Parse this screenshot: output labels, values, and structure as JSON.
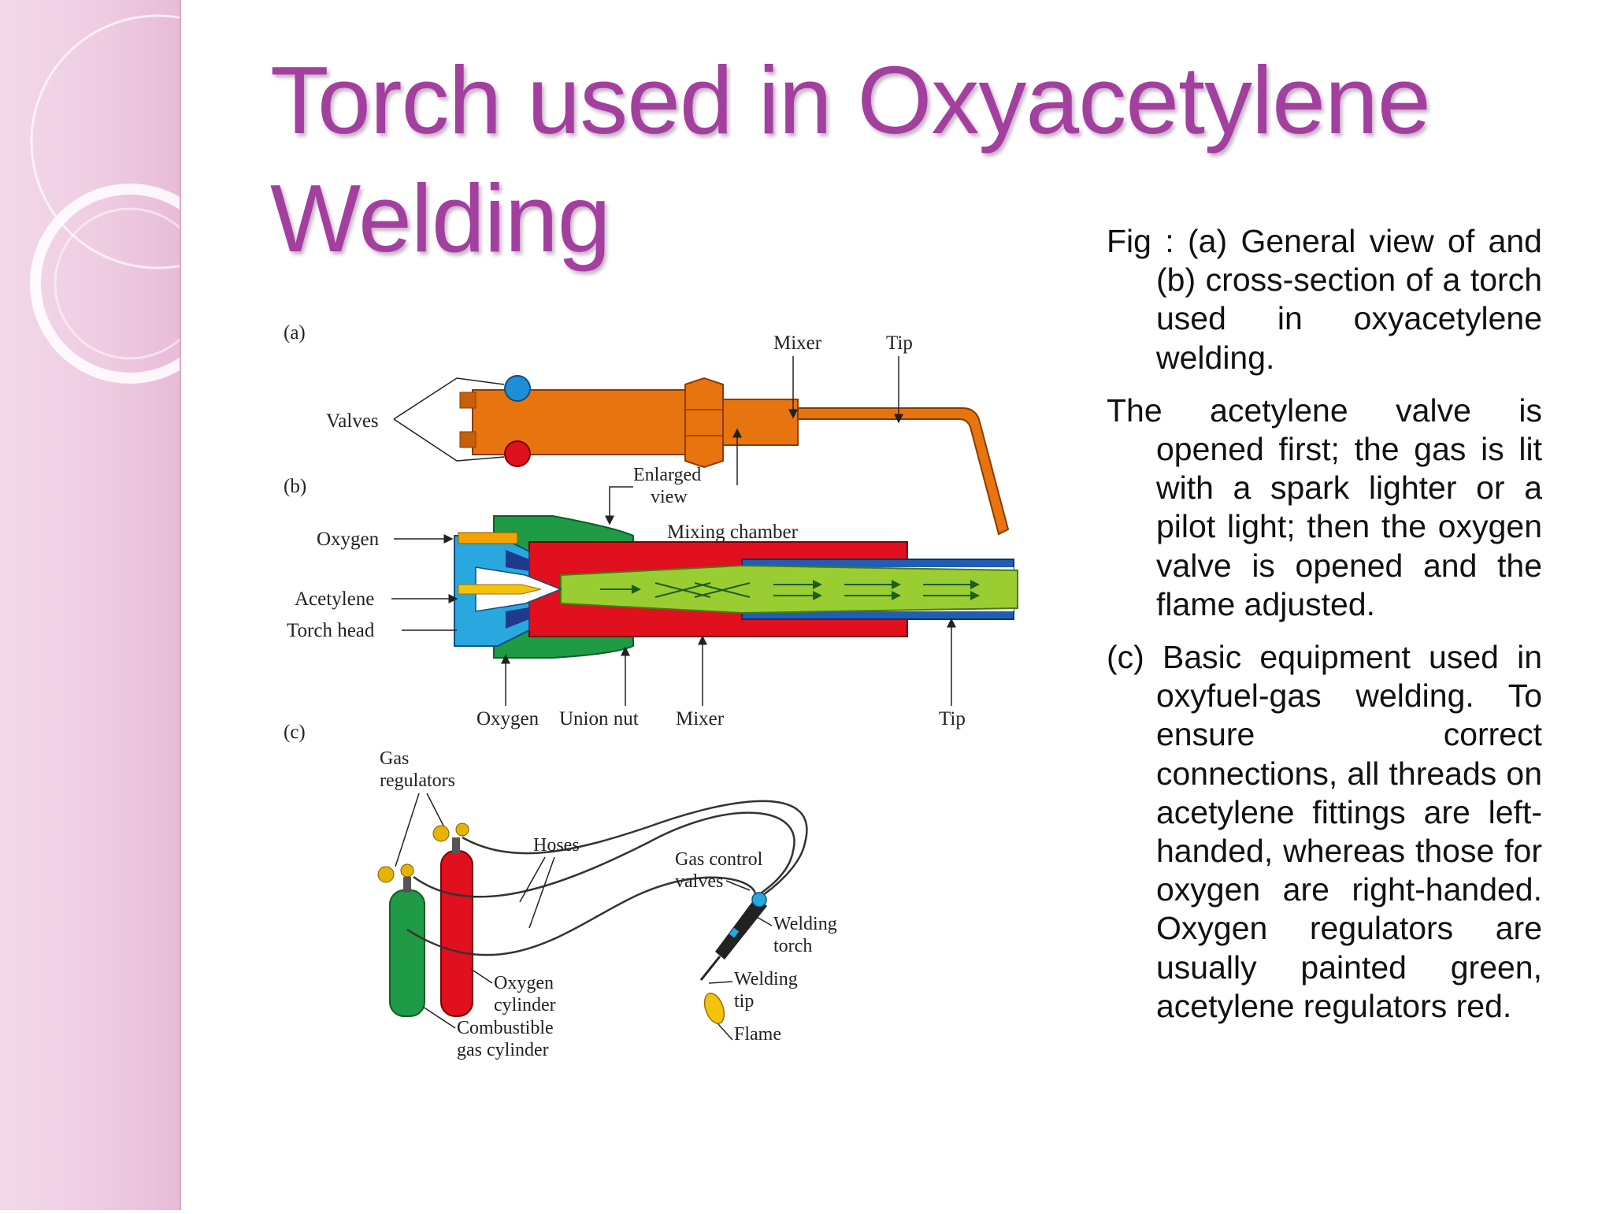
{
  "slide": {
    "title": "Torch used in Oxyacetylene Welding",
    "paragraphs": [
      "Fig : (a) General view of and (b) cross-section of a torch used in oxyacetylene welding.",
      "The acetylene valve is opened first; the gas is lit with a spark lighter or a pilot light; then the oxygen valve is opened and the flame adjusted.",
      "(c) Basic equipment used in oxyfuel-gas welding. To ensure correct connections, all threads on acetylene fittings are left-handed, whereas those for oxygen are right-handed. Oxygen regulators are usually painted green, acetylene regulators red."
    ]
  },
  "diagram": {
    "panel_a": {
      "tag": "(a)",
      "valves": "Valves",
      "mixer": "Mixer",
      "tip": "Tip",
      "enlarged_line1": "Enlarged",
      "enlarged_line2": "view"
    },
    "panel_b": {
      "tag": "(b)",
      "oxygen": "Oxygen",
      "acetylene": "Acetylene",
      "torch_head": "Torch  head",
      "mixing_chamber": "Mixing  chamber",
      "bottom_oxygen": "Oxygen",
      "union_nut": "Union  nut",
      "mixer": "Mixer",
      "tip": "Tip"
    },
    "panel_c": {
      "tag": "(c)",
      "gas_line1": "Gas",
      "gas_line2": "regulators",
      "hoses": "Hoses",
      "gas_control_line1": "Gas  control",
      "gas_control_line2": "valves",
      "welding_torch_line1": "Welding",
      "welding_torch_line2": "torch",
      "welding_tip_line1": "Welding",
      "welding_tip_line2": "tip",
      "flame": "Flame",
      "oxygen_cyl_line1": "Oxygen",
      "oxygen_cyl_line2": "cylinder",
      "comb_line1": "Combustible",
      "comb_line2": "gas  cylinder"
    }
  },
  "colors": {
    "title": "#a33f9f",
    "orange": "#e8740f",
    "red": "#e0101e",
    "green": "#1f9a45",
    "yellow_green": "#9acd32",
    "blue": "#1e5fb4",
    "light_blue": "#29a8e0",
    "yellow": "#f4c20d"
  }
}
